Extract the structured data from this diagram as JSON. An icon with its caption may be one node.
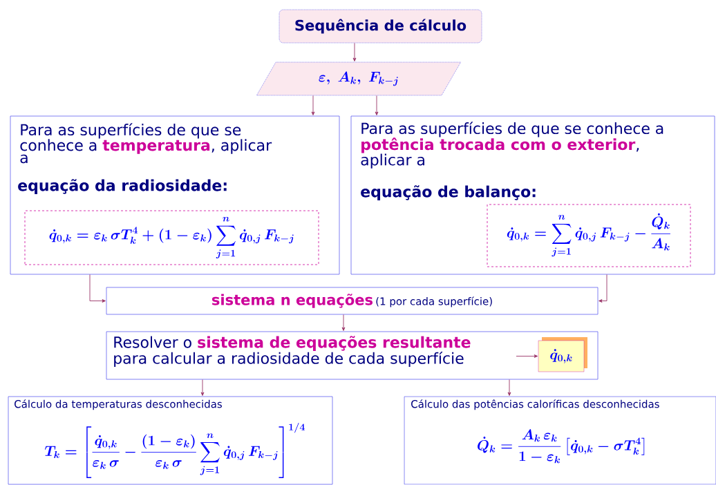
{
  "diagram": {
    "nodes": [
      {
        "text": [
          "Sequência de cálculo"
        ]
      },
      {
        "text": [
          "\\varepsilon,\\ A_{k},\\ F_{k-j}"
        ]
      },
      {
        "text": [
          "Para as superfícies de que se conhece a **temperatura**, aplicar a",
          "equação da radiosidade:"
        ]
      },
      {
        "text": [
          "\\dot{q}_{0,k} = \\varepsilon_{k}\\,\\sigma T_{k}^{4} + (1-\\varepsilon_{k})\\sum_{j=1}^{n}\\dot{q}_{0,j}\\,F_{k-j}"
        ],
        "in": 2
      },
      {
        "text": [
          "Para as superfícies de que se conhece a **potência trocada com o exterior**, aplicar a",
          "equação de balanço:"
        ]
      },
      {
        "text": [
          "\\dot{q}_{0,k} = \\sum_{j=1}^{n}\\dot{q}_{0,j}\\,F_{k-j} - \\frac{\\dot{Q}_{k}}{A_{k}}"
        ],
        "in": 4
      },
      {
        "text": [
          "sistema n equações",
          "(1 por cada superfície)"
        ]
      },
      {
        "text": [
          "Resolver o **sistema de equações resultante** para calcular a radiosidade de cada superfície"
        ]
      },
      {
        "text": [
          "\\dot{q}_{0,k}"
        ],
        "in": 7
      },
      {
        "text": [
          "Cálculo da temperaturas desconhecidas",
          "T_{k} = \\left[\\frac{\\dot{q}_{0,k}}{\\varepsilon_{k}\\,\\sigma} - \\frac{(1-\\varepsilon_{k})}{\\varepsilon_{k}\\,\\sigma}\\sum_{j=1}^{n}\\dot{q}_{0,j}\\,F_{k-j}\\right]^{1/4}"
        ]
      },
      {
        "text": [
          "Cálculo das potências caloríficas desconhecidas",
          "\\dot{Q}_{k} = \\frac{A_{k}\\,\\varepsilon_{k}}{1-\\varepsilon_{k}}\\left[\\dot{q}_{0,k} - \\sigma T_{k}^{4}\\right]"
        ]
      }
    ],
    "edges": [
      {
        "from": 0,
        "to": 1,
        "arrow": "to"
      },
      {
        "from": 1,
        "to": 2,
        "arrow": "to"
      },
      {
        "from": 1,
        "to": 4,
        "arrow": "to"
      },
      {
        "from": 2,
        "to": 6,
        "arrow": "to"
      },
      {
        "from": 4,
        "to": 6,
        "arrow": "to"
      },
      {
        "from": 6,
        "to": 7,
        "arrow": "to"
      },
      {
        "from": null,
        "to": 8,
        "arrow": "to"
      },
      {
        "from": 7,
        "to": 9,
        "arrow": "to"
      },
      {
        "from": 7,
        "to": 10,
        "arrow": "to"
      }
    ]
  }
}
